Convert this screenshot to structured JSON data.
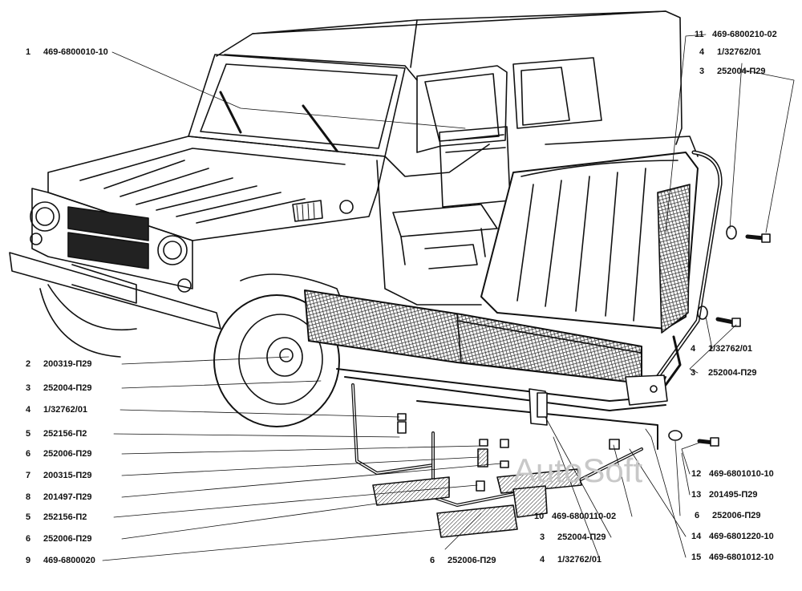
{
  "labels": [
    {
      "id": "l1",
      "num": "1",
      "code": "469-6800010-10"
    },
    {
      "id": "l11",
      "num": "11",
      "code": "469-6800210-02"
    },
    {
      "id": "l4a",
      "num": "4",
      "code": "1/32762/01"
    },
    {
      "id": "l3a",
      "num": "3",
      "code": "252004-П29"
    },
    {
      "id": "l4b",
      "num": "4",
      "code": "1/32762/01"
    },
    {
      "id": "l3b",
      "num": "3",
      "code": "252004-П29"
    },
    {
      "id": "l2",
      "num": "2",
      "code": "200319-П29"
    },
    {
      "id": "l3c",
      "num": "3",
      "code": "252004-П29"
    },
    {
      "id": "l4c",
      "num": "4",
      "code": "1/32762/01"
    },
    {
      "id": "l5a",
      "num": "5",
      "code": "252156-П2"
    },
    {
      "id": "l6a",
      "num": "6",
      "code": "252006-П29"
    },
    {
      "id": "l7",
      "num": "7",
      "code": "200315-П29"
    },
    {
      "id": "l8",
      "num": "8",
      "code": "201497-П29"
    },
    {
      "id": "l5b",
      "num": "5",
      "code": "252156-П2"
    },
    {
      "id": "l6b",
      "num": "6",
      "code": "252006-П29"
    },
    {
      "id": "l9",
      "num": "9",
      "code": "469-6800020"
    },
    {
      "id": "l6c",
      "num": "6",
      "code": "252006-П29"
    },
    {
      "id": "l10",
      "num": "10",
      "code": "469-6800110-02"
    },
    {
      "id": "l3d",
      "num": "3",
      "code": "252004-П29"
    },
    {
      "id": "l4d",
      "num": "4",
      "code": "1/32762/01"
    },
    {
      "id": "l12",
      "num": "12",
      "code": "469-6801010-10"
    },
    {
      "id": "l13",
      "num": "13",
      "code": "201495-П29"
    },
    {
      "id": "l6d",
      "num": "6",
      "code": "252006-П29"
    },
    {
      "id": "l14",
      "num": "14",
      "code": "469-6801220-10"
    },
    {
      "id": "l15",
      "num": "15",
      "code": "469-6801012-10"
    }
  ],
  "watermark": "AutoSoft"
}
